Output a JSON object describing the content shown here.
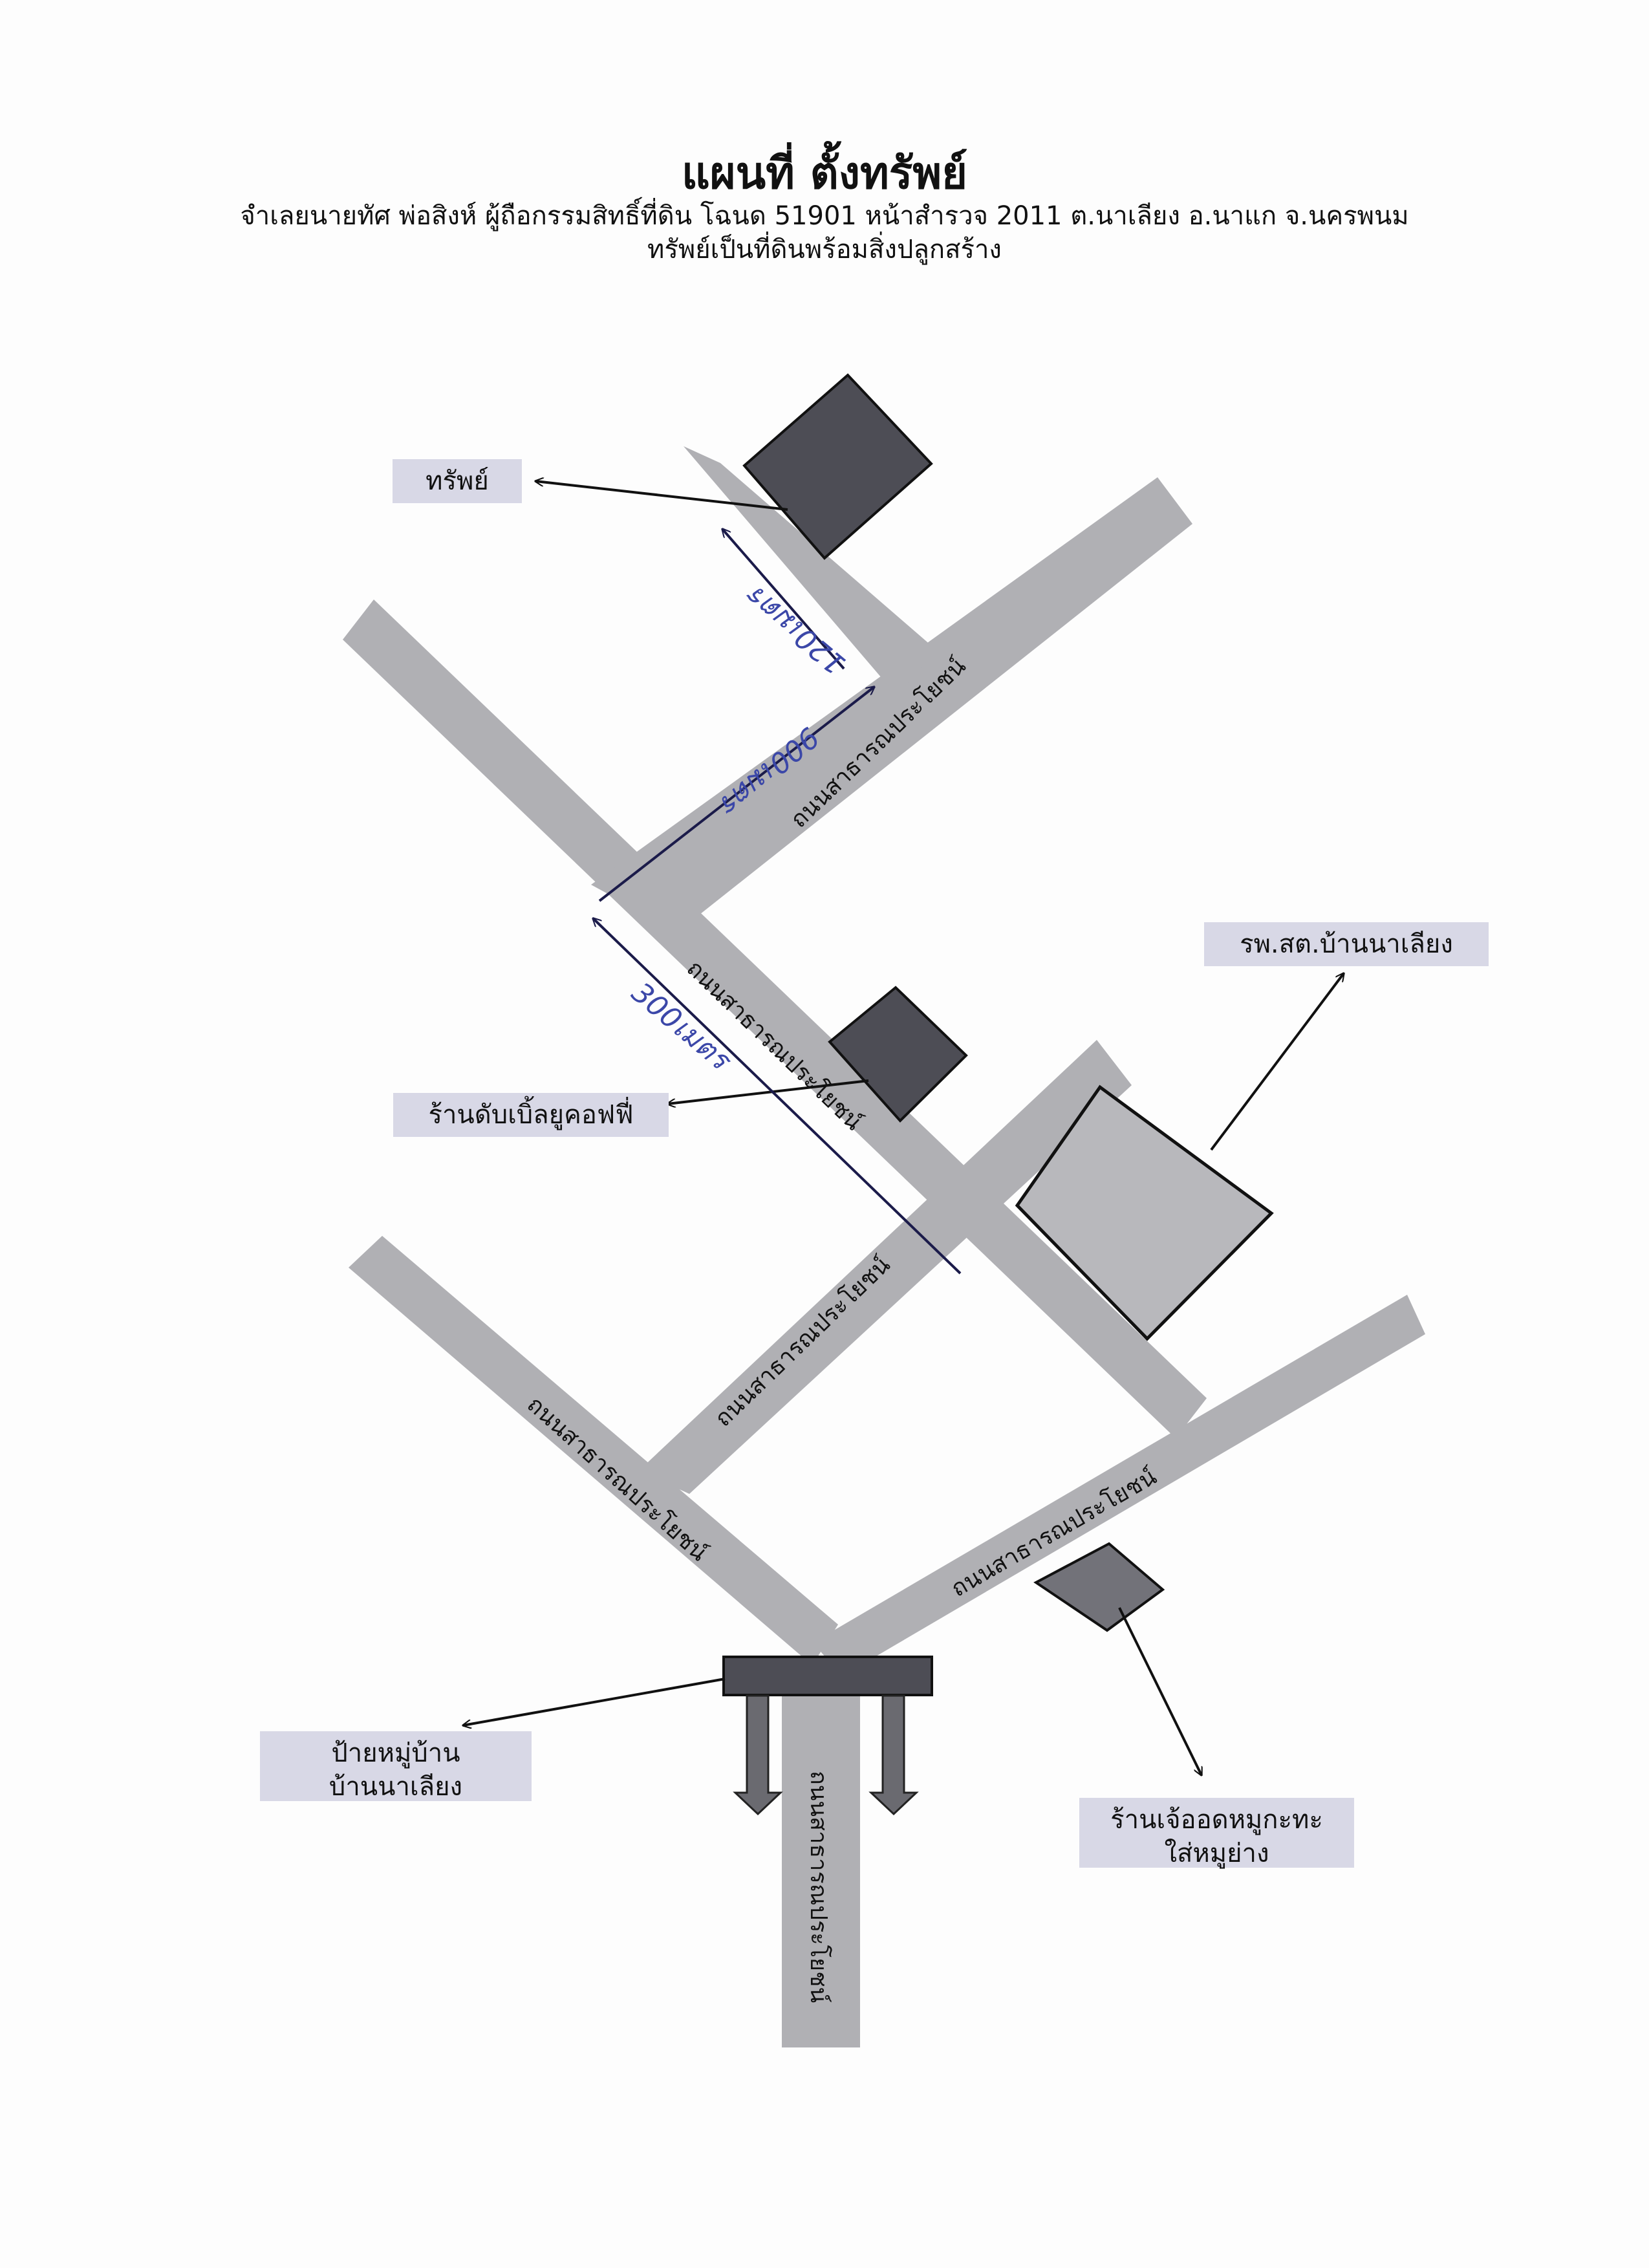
{
  "header": {
    "title": "แผนที่ ตั้งทรัพย์",
    "subtitle_1": "จำเลยนายทัศ พ่อสิงห์  ผู้ถือกรรมสิทธิ์ที่ดิน โฉนด 51901 หน้าสำรวจ 2011 ต.นาเลียง อ.นาแก จ.นครพนม",
    "subtitle_2": "ทรัพย์เป็นที่ดินพร้อมสิ่งปลูกสร้าง"
  },
  "labels": {
    "property": "ทรัพย์",
    "coffee_shop": "ร้านดับเบิ้ลยูคอฟฟี่",
    "health_center": "รพ.สต.บ้านนาเลียง",
    "village_sign_line1": "ป้ายหมู่บ้าน",
    "village_sign_line2": "บ้านนาเลียง",
    "bbq_shop_line1": "ร้านเจ้ออดหมูกะทะ",
    "bbq_shop_line2": "ใส่หมูย่าง"
  },
  "road_name": "ถนนสาธารณประโยชน์",
  "distances": {
    "d1": "120เมตร",
    "d2": "900เมตร",
    "d3": "300เมตร"
  }
}
